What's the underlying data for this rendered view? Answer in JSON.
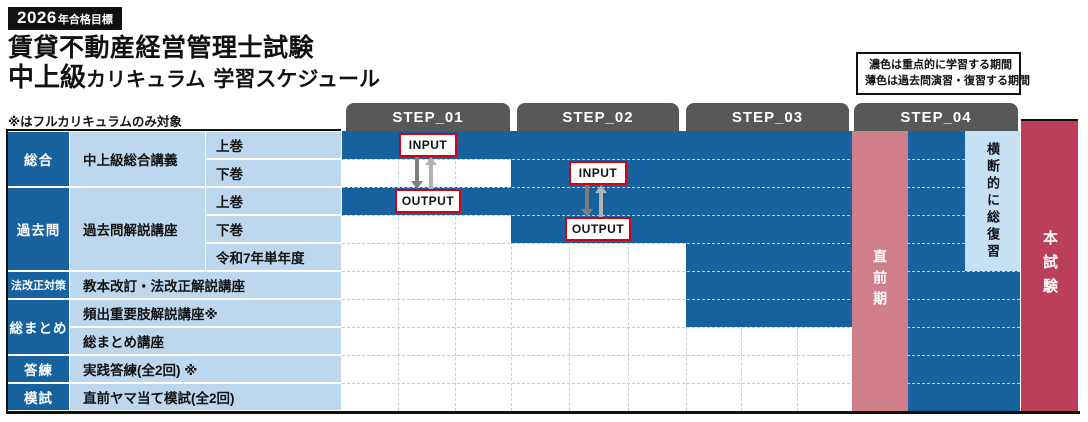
{
  "header": {
    "badge_year": "2026",
    "badge_label": "年合格目標",
    "title": "賃貸不動産経営管理士試験",
    "subtitle_em": "中上級",
    "subtitle_mid": "カリキュラム",
    "subtitle_tail": "学習スケジュール"
  },
  "legend": {
    "line1": "濃色は重点的に学習する期間",
    "line2": "薄色は過去問演習・復習する期間"
  },
  "note": "※はフルカリキュラムのみ対象",
  "steps": [
    "STEP_01",
    "STEP_02",
    "STEP_03",
    "STEP_04"
  ],
  "overlays": {
    "pre_exam": "直前期",
    "review": "横断的に総復習",
    "exam": "本試験"
  },
  "colors": {
    "bar_blue": "#16619e",
    "cell_blue": "#bdd8ee",
    "review_blue": "#c7e1f4",
    "pre_exam_pink": "#d07f8a",
    "exam_red": "#bc3f5a",
    "tab_gray": "#57585a",
    "marker_border_red": "#d70012"
  },
  "chart_data": {
    "type": "gantt",
    "title": "中上級カリキュラム 学習スケジュール",
    "x_axis": [
      "STEP_01",
      "STEP_02",
      "STEP_03",
      "STEP_04",
      "直前期",
      "本試験"
    ],
    "categories": [
      {
        "label": "総合",
        "start": 0,
        "span": 2,
        "small": false
      },
      {
        "label": "過去問",
        "start": 2,
        "span": 3,
        "small": false
      },
      {
        "label": "法改正対策",
        "start": 5,
        "span": 1,
        "small": true
      },
      {
        "label": "総まとめ",
        "start": 6,
        "span": 2,
        "small": false
      },
      {
        "label": "答練",
        "start": 8,
        "span": 1,
        "small": false
      },
      {
        "label": "模試",
        "start": 9,
        "span": 1,
        "small": false
      }
    ],
    "courses": [
      {
        "label": "中上級総合講義",
        "start": 0,
        "span": 2,
        "wide": false
      },
      {
        "label": "過去問解説講座",
        "start": 2,
        "span": 3,
        "wide": false
      },
      {
        "label": "教本改訂・法改正解説講座",
        "start": 5,
        "span": 1,
        "wide": true
      },
      {
        "label": "頻出重要肢解説講座※",
        "start": 6,
        "span": 1,
        "wide": true
      },
      {
        "label": "総まとめ講座",
        "start": 7,
        "span": 1,
        "wide": true
      },
      {
        "label": "実践答練(全2回) ※",
        "start": 8,
        "span": 1,
        "wide": true
      },
      {
        "label": "直前ヤマ当て模試(全2回)",
        "start": 9,
        "span": 1,
        "wide": true
      }
    ],
    "units": [
      {
        "row": 0,
        "label": "上巻"
      },
      {
        "row": 1,
        "label": "下巻"
      },
      {
        "row": 2,
        "label": "上巻"
      },
      {
        "row": 3,
        "label": "下巻"
      },
      {
        "row": 4,
        "label": "令和7年単年度"
      }
    ],
    "bars": [
      {
        "row": 0,
        "from": "s1",
        "to": "review"
      },
      {
        "row": 1,
        "from": "s2",
        "to": "review"
      },
      {
        "row": 2,
        "from": "s1",
        "to": "review"
      },
      {
        "row": 3,
        "from": "s2",
        "to": "review"
      },
      {
        "row": 4,
        "from": "s3",
        "to": "review"
      },
      {
        "row": 5,
        "from": "s3",
        "to": "end"
      },
      {
        "row": 6,
        "from": "s3",
        "to": "end"
      },
      {
        "row": 7,
        "from": "s4b",
        "to": "end"
      },
      {
        "row": 8,
        "from": "s4b",
        "to": "end"
      },
      {
        "row": 9,
        "from": "s4b",
        "to": "end"
      }
    ],
    "markers": [
      {
        "row": 0,
        "label": "INPUT",
        "at": "c1",
        "w": 58
      },
      {
        "row": 1,
        "label": "INPUT",
        "at": "c2",
        "w": 58
      },
      {
        "row": 2,
        "label": "OUTPUT",
        "at": "c1",
        "w": 66
      },
      {
        "row": 3,
        "label": "OUTPUT",
        "at": "c2",
        "w": 66
      }
    ],
    "arrows": [
      {
        "step": "STEP_01",
        "between": "INPUT 上巻 → OUTPUT 上巻"
      },
      {
        "step": "STEP_02",
        "between": "INPUT 下巻 → OUTPUT 下巻"
      }
    ]
  }
}
